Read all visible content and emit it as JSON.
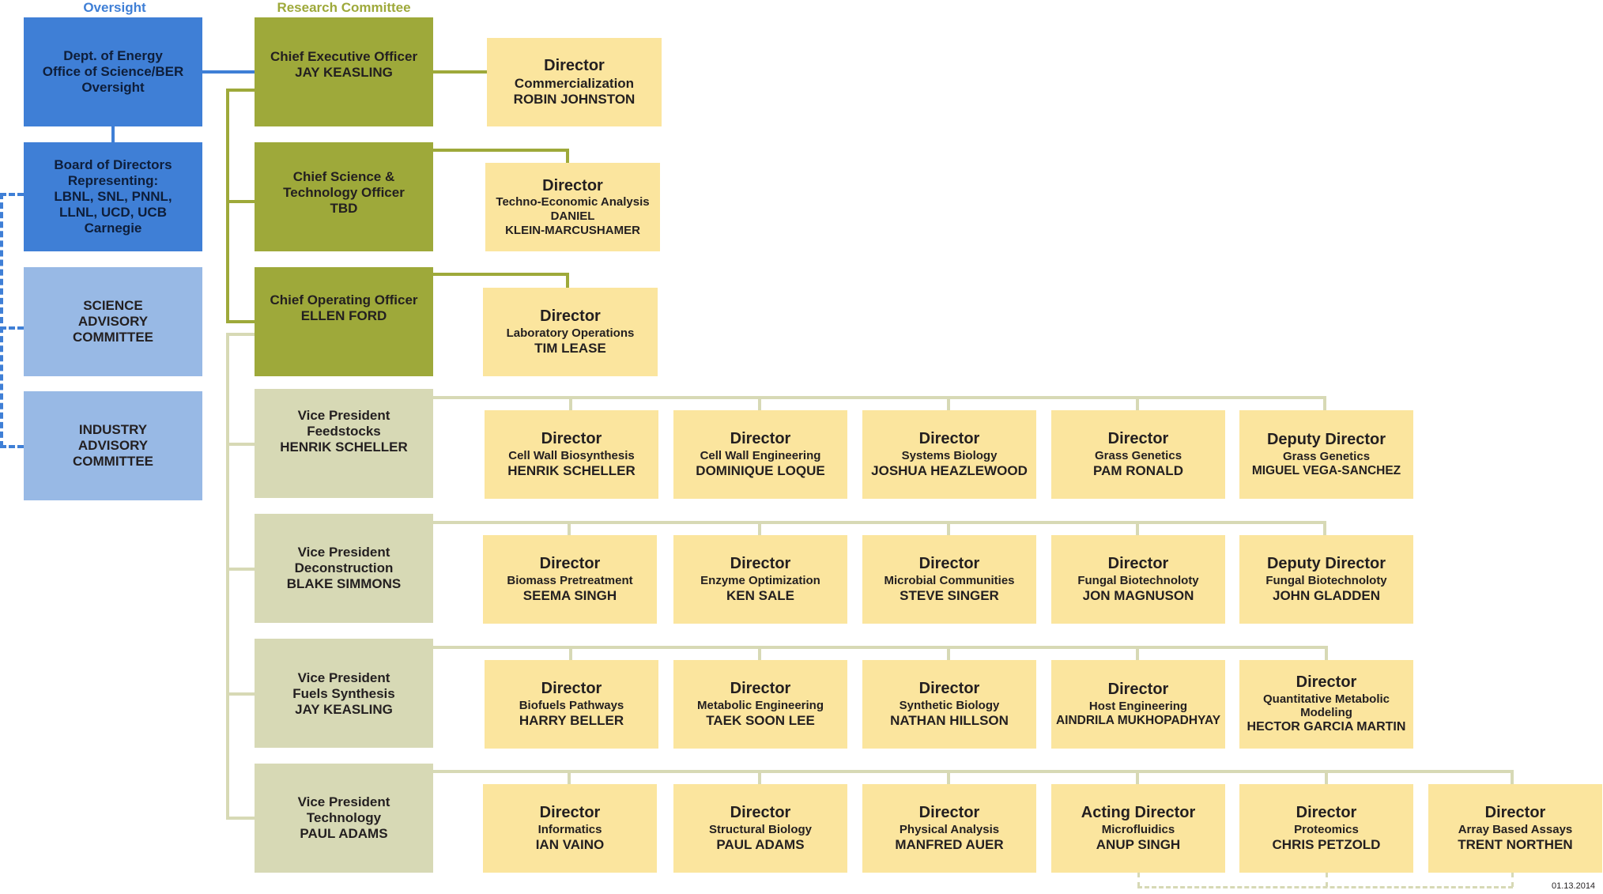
{
  "headers": {
    "oversight": "Oversight",
    "research": "Research Committee"
  },
  "colors": {
    "oversight_dark": "#3f7fd6",
    "oversight_light": "#98b9e5",
    "officer": "#9ea93a",
    "vp": "#d7d9b5",
    "director": "#fbe59e"
  },
  "oversight": {
    "doe": [
      "Dept. of Energy",
      "Office of Science/BER",
      "Oversight"
    ],
    "board": [
      "Board of Directors",
      "Representing:",
      "LBNL, SNL, PNNL,",
      "LLNL, UCD, UCB",
      "Carnegie"
    ],
    "science": [
      "SCIENCE",
      "ADVISORY",
      "COMMITTEE"
    ],
    "industry": [
      "INDUSTRY",
      "ADVISORY",
      "COMMITTEE"
    ]
  },
  "officers": {
    "ceo": [
      "Chief Executive Officer",
      "JAY KEASLING"
    ],
    "csto": [
      "Chief Science &",
      "Technology Officer",
      "TBD"
    ],
    "coo": [
      "Chief Operating Officer",
      "ELLEN FORD"
    ]
  },
  "officer_directors": {
    "commercialization": {
      "title": "Director",
      "dept": "Commercialization",
      "name": "ROBIN JOHNSTON"
    },
    "tea": {
      "title": "Director",
      "dept": "Techno-Economic Analysis",
      "name": "DANIEL",
      "name2": "KLEIN-MARCUSHAMER"
    },
    "lab_ops": {
      "title": "Director",
      "dept": "Laboratory Operations",
      "name": "TIM LEASE"
    }
  },
  "vps": {
    "feedstocks": [
      "Vice President",
      "Feedstocks",
      "HENRIK SCHELLER"
    ],
    "deconstruction": [
      "Vice President",
      "Deconstruction",
      "BLAKE SIMMONS"
    ],
    "fuels": [
      "Vice President",
      "Fuels Synthesis",
      "JAY KEASLING"
    ],
    "technology": [
      "Vice President",
      "Technology",
      "PAUL ADAMS"
    ]
  },
  "divisions": {
    "feedstocks": [
      {
        "title": "Director",
        "dept": "Cell Wall Biosynthesis",
        "name": "HENRIK SCHELLER"
      },
      {
        "title": "Director",
        "dept": "Cell Wall Engineering",
        "name": "DOMINIQUE LOQUE"
      },
      {
        "title": "Director",
        "dept": "Systems Biology",
        "name": "JOSHUA HEAZLEWOOD"
      },
      {
        "title": "Director",
        "dept": "Grass Genetics",
        "name": "PAM RONALD"
      },
      {
        "title": "Deputy Director",
        "dept": "Grass Genetics",
        "name": "MIGUEL VEGA-SANCHEZ"
      }
    ],
    "deconstruction": [
      {
        "title": "Director",
        "dept": "Biomass Pretreatment",
        "name": "SEEMA SINGH"
      },
      {
        "title": "Director",
        "dept": "Enzyme Optimization",
        "name": "KEN SALE"
      },
      {
        "title": "Director",
        "dept": "Microbial Communities",
        "name": "STEVE SINGER"
      },
      {
        "title": "Director",
        "dept": "Fungal Biotechnoloty",
        "name": "JON MAGNUSON"
      },
      {
        "title": "Deputy Director",
        "dept": "Fungal Biotechnoloty",
        "name": "JOHN GLADDEN"
      }
    ],
    "fuels": [
      {
        "title": "Director",
        "dept": "Biofuels Pathways",
        "name": "HARRY BELLER"
      },
      {
        "title": "Director",
        "dept": "Metabolic Engineering",
        "name": "TAEK SOON LEE"
      },
      {
        "title": "Director",
        "dept": "Synthetic Biology",
        "name": "NATHAN HILLSON"
      },
      {
        "title": "Director",
        "dept": "Host Engineering",
        "name": "AINDRILA MUKHOPADHYAY"
      },
      {
        "title": "Director",
        "dept": "Quantitative Metabolic",
        "dept2": "Modeling",
        "name": "HECTOR GARCIA MARTIN"
      }
    ],
    "technology": [
      {
        "title": "Director",
        "dept": "Informatics",
        "name": "IAN VAINO"
      },
      {
        "title": "Director",
        "dept": "Structural Biology",
        "name": "PAUL ADAMS"
      },
      {
        "title": "Director",
        "dept": "Physical Analysis",
        "name": "MANFRED AUER"
      },
      {
        "title": "Acting Director",
        "dept": "Microfluidics",
        "name": "ANUP SINGH"
      },
      {
        "title": "Director",
        "dept": "Proteomics",
        "name": "CHRIS PETZOLD"
      },
      {
        "title": "Director",
        "dept": "Array Based Assays",
        "name": "TRENT NORTHEN"
      }
    ]
  },
  "date": "01.13.2014"
}
